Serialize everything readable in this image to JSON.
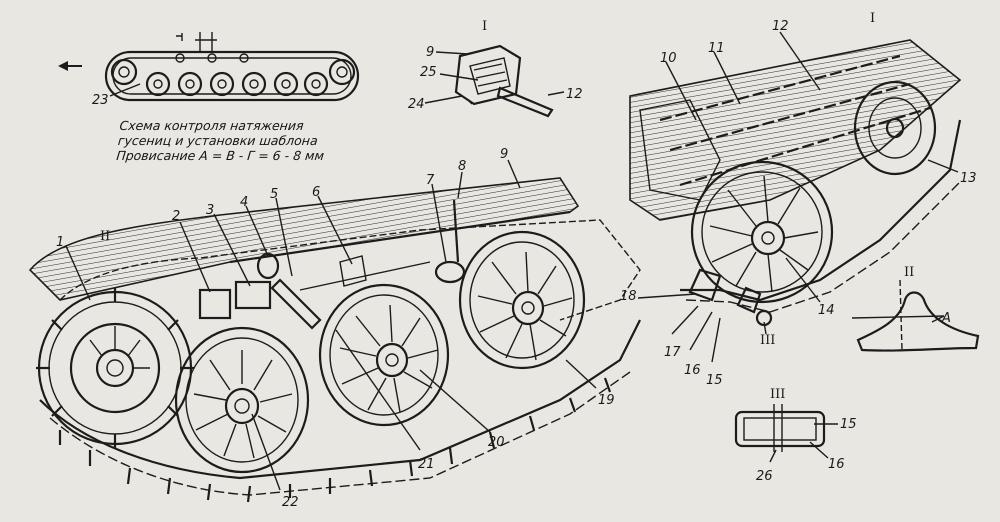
{
  "caption": {
    "line1": "Схема контроля натяжения",
    "line2": "гусениц и установки шаблона",
    "line3": "Провисание  А = В - Г = 6 - 8 мм"
  },
  "views": {
    "I_top": "I",
    "I_right": "I",
    "II_left": "II",
    "II_right": "II",
    "III_label": "III",
    "III_detail": "III"
  },
  "labels": {
    "A": "А",
    "n1": "1",
    "n2": "2",
    "n3": "3",
    "n4": "4",
    "n5": "5",
    "n6": "6",
    "n7": "7",
    "n8": "8",
    "n9_main": "9",
    "n9_detail": "9",
    "n10": "10",
    "n11": "11",
    "n12_right": "12",
    "n12_detail": "12",
    "n13": "13",
    "n14": "14",
    "n15": "15",
    "n15_detail": "15",
    "n16": "16",
    "n16_detail": "16",
    "n17": "17",
    "n18": "18",
    "n19": "19",
    "n20": "20",
    "n21": "21",
    "n22": "22",
    "n23": "23",
    "n24": "24",
    "n25": "25",
    "n26": "26"
  }
}
